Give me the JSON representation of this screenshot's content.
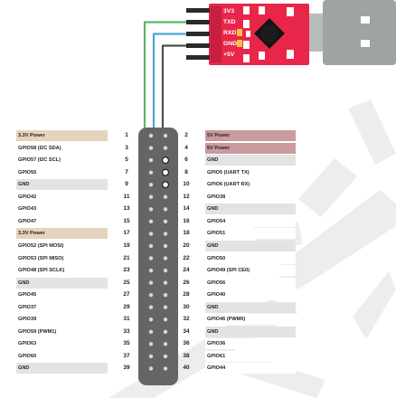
{
  "adapter": {
    "pins": [
      "3V3",
      "TXD",
      "RXD",
      "GND",
      "+5V"
    ],
    "board_color": "#e8264a",
    "usb_color": "#9ea3a4"
  },
  "wire_colors": {
    "green": "#5ab865",
    "blue": "#4aa6d6",
    "black": "#4d4d4d"
  },
  "category_colors": {
    "3v3": "#e5d4bb",
    "5v": "#c99a9e",
    "gnd": "#e3e3e3",
    "gpio": "#ffffff"
  },
  "header": {
    "left": [
      {
        "pin": "1",
        "label": "3.3V Power",
        "type": "3v3"
      },
      {
        "pin": "3",
        "label": "GPIO58 (I2C SDA)",
        "type": "gpio"
      },
      {
        "pin": "5",
        "label": "GPIO57 (I2C SCL)",
        "type": "gpio"
      },
      {
        "pin": "7",
        "label": "GPIO55",
        "type": "gpio"
      },
      {
        "pin": "9",
        "label": "GND",
        "type": "gnd"
      },
      {
        "pin": "11",
        "label": "GPIO42",
        "type": "gpio"
      },
      {
        "pin": "13",
        "label": "GPIO43",
        "type": "gpio"
      },
      {
        "pin": "15",
        "label": "GPIO47",
        "type": "gpio"
      },
      {
        "pin": "17",
        "label": "3.3V Power",
        "type": "3v3"
      },
      {
        "pin": "19",
        "label": "GPIO52 (SPI MOSI)",
        "type": "gpio"
      },
      {
        "pin": "21",
        "label": "GPIO53 (SPI MISO)",
        "type": "gpio"
      },
      {
        "pin": "23",
        "label": "GPIO48 (SPI SCLK)",
        "type": "gpio"
      },
      {
        "pin": "25",
        "label": "GND",
        "type": "gnd"
      },
      {
        "pin": "27",
        "label": "GPIO45",
        "type": "gpio"
      },
      {
        "pin": "29",
        "label": "GPIO37",
        "type": "gpio"
      },
      {
        "pin": "31",
        "label": "GPIO39",
        "type": "gpio"
      },
      {
        "pin": "33",
        "label": "GPIO59 (PWM1)",
        "type": "gpio"
      },
      {
        "pin": "35",
        "label": "GPIO63",
        "type": "gpio"
      },
      {
        "pin": "37",
        "label": "GPIO60",
        "type": "gpio"
      },
      {
        "pin": "39",
        "label": "GND",
        "type": "gnd"
      }
    ],
    "right": [
      {
        "pin": "2",
        "label": "5V Power",
        "type": "5v"
      },
      {
        "pin": "4",
        "label": "5V Power",
        "type": "5v"
      },
      {
        "pin": "6",
        "label": "GND",
        "type": "gnd"
      },
      {
        "pin": "8",
        "label": "GPIO5 (UART TX)",
        "type": "gpio"
      },
      {
        "pin": "10",
        "label": "GPIO6 (UART RX)",
        "type": "gpio"
      },
      {
        "pin": "12",
        "label": "GPIO38",
        "type": "gpio"
      },
      {
        "pin": "14",
        "label": "GND",
        "type": "gnd"
      },
      {
        "pin": "16",
        "label": "GPIO54",
        "type": "gpio"
      },
      {
        "pin": "18",
        "label": "GPIO51",
        "type": "gpio"
      },
      {
        "pin": "20",
        "label": "GND",
        "type": "gnd"
      },
      {
        "pin": "22",
        "label": "GPIO50",
        "type": "gpio"
      },
      {
        "pin": "24",
        "label": "GPIO49 (SPI CE0)",
        "type": "gpio"
      },
      {
        "pin": "26",
        "label": "GPIO56",
        "type": "gpio"
      },
      {
        "pin": "28",
        "label": "GPIO40",
        "type": "gpio"
      },
      {
        "pin": "30",
        "label": "GND",
        "type": "gnd"
      },
      {
        "pin": "32",
        "label": "GPIO46 (PWM0)",
        "type": "gpio"
      },
      {
        "pin": "34",
        "label": "GND",
        "type": "gnd"
      },
      {
        "pin": "36",
        "label": "GPIO36",
        "type": "gpio"
      },
      {
        "pin": "38",
        "label": "GPIO61",
        "type": "gpio"
      },
      {
        "pin": "40",
        "label": "GPIO44",
        "type": "gpio"
      }
    ]
  }
}
